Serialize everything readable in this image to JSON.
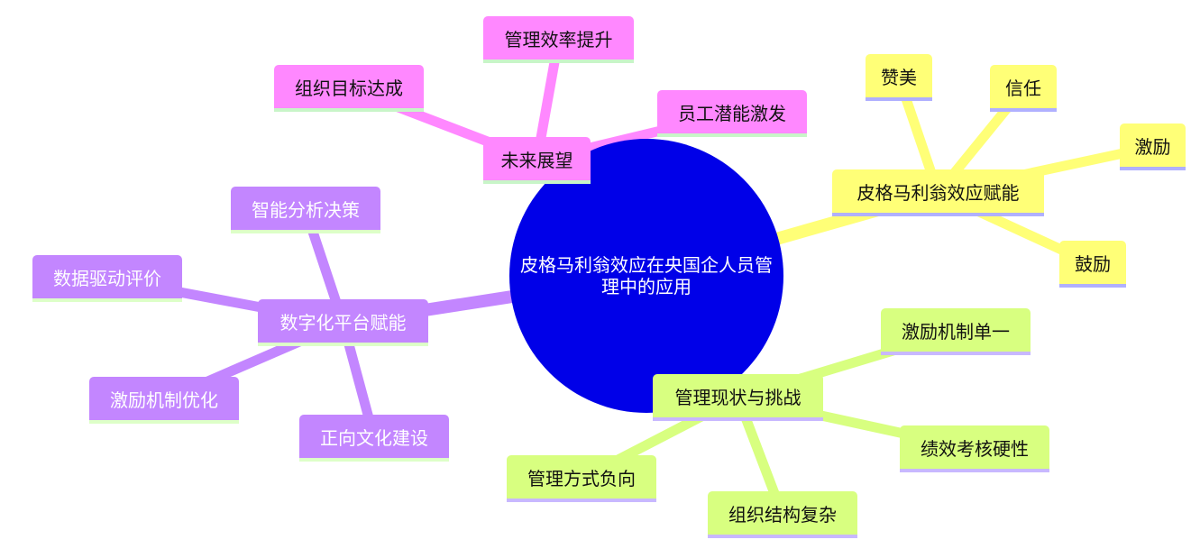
{
  "root": {
    "label": "皮格马利翁效应在央国企人员管理中的应用"
  },
  "branches": {
    "future": {
      "label": "未来展望",
      "children": [
        "管理效率提升",
        "组织目标达成",
        "员工潜能激发"
      ]
    },
    "pygmalion": {
      "label": "皮格马利翁效应赋能",
      "children": [
        "赞美",
        "信任",
        "激励",
        "鼓励"
      ]
    },
    "status": {
      "label": "管理现状与挑战",
      "children": [
        "激励机制单一",
        "绩效考核硬性",
        "组织结构复杂",
        "管理方式负向"
      ]
    },
    "digital": {
      "label": "数字化平台赋能",
      "children": [
        "智能分析决策",
        "数据驱动评价",
        "激励机制优化",
        "正向文化建设"
      ]
    }
  },
  "colors": {
    "root": "#0000e8",
    "future": "#ff88ff",
    "pygmalion": "#ffff77",
    "status": "#d8ff80",
    "digital": "#c386ff"
  }
}
